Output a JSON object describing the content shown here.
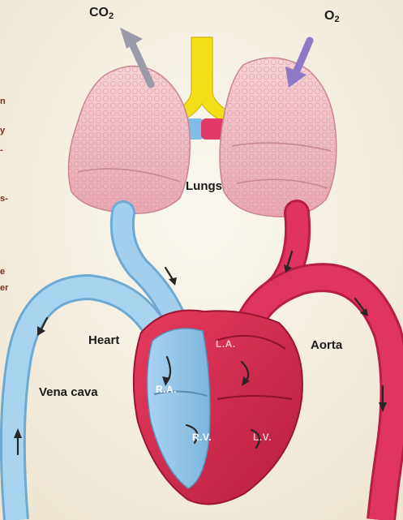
{
  "labels": {
    "co2": {
      "main": "CO",
      "sub": "2"
    },
    "o2": {
      "main": "O",
      "sub": "2"
    },
    "lungs": "Lungs",
    "heart": "Heart",
    "aorta": "Aorta",
    "vena_cava": "Vena cava"
  },
  "chambers": {
    "ra": "R.A.",
    "rv": "R.V.",
    "la": "L.A.",
    "lv": "L.V."
  },
  "cropped_fragments": [
    "n",
    "y",
    "-",
    "s-",
    "e",
    "er"
  ],
  "colors": {
    "background": "#f4efe3",
    "lung_tissue": "#efbcc4",
    "deoxygenated_blood": "#8fc3e4",
    "oxygenated_blood": "#d92b55",
    "co2_arrow": "#9a9aa8",
    "o2_arrow": "#8e79c6",
    "trachea": "#f4de17",
    "fragment_text": "#7a2e1e"
  }
}
